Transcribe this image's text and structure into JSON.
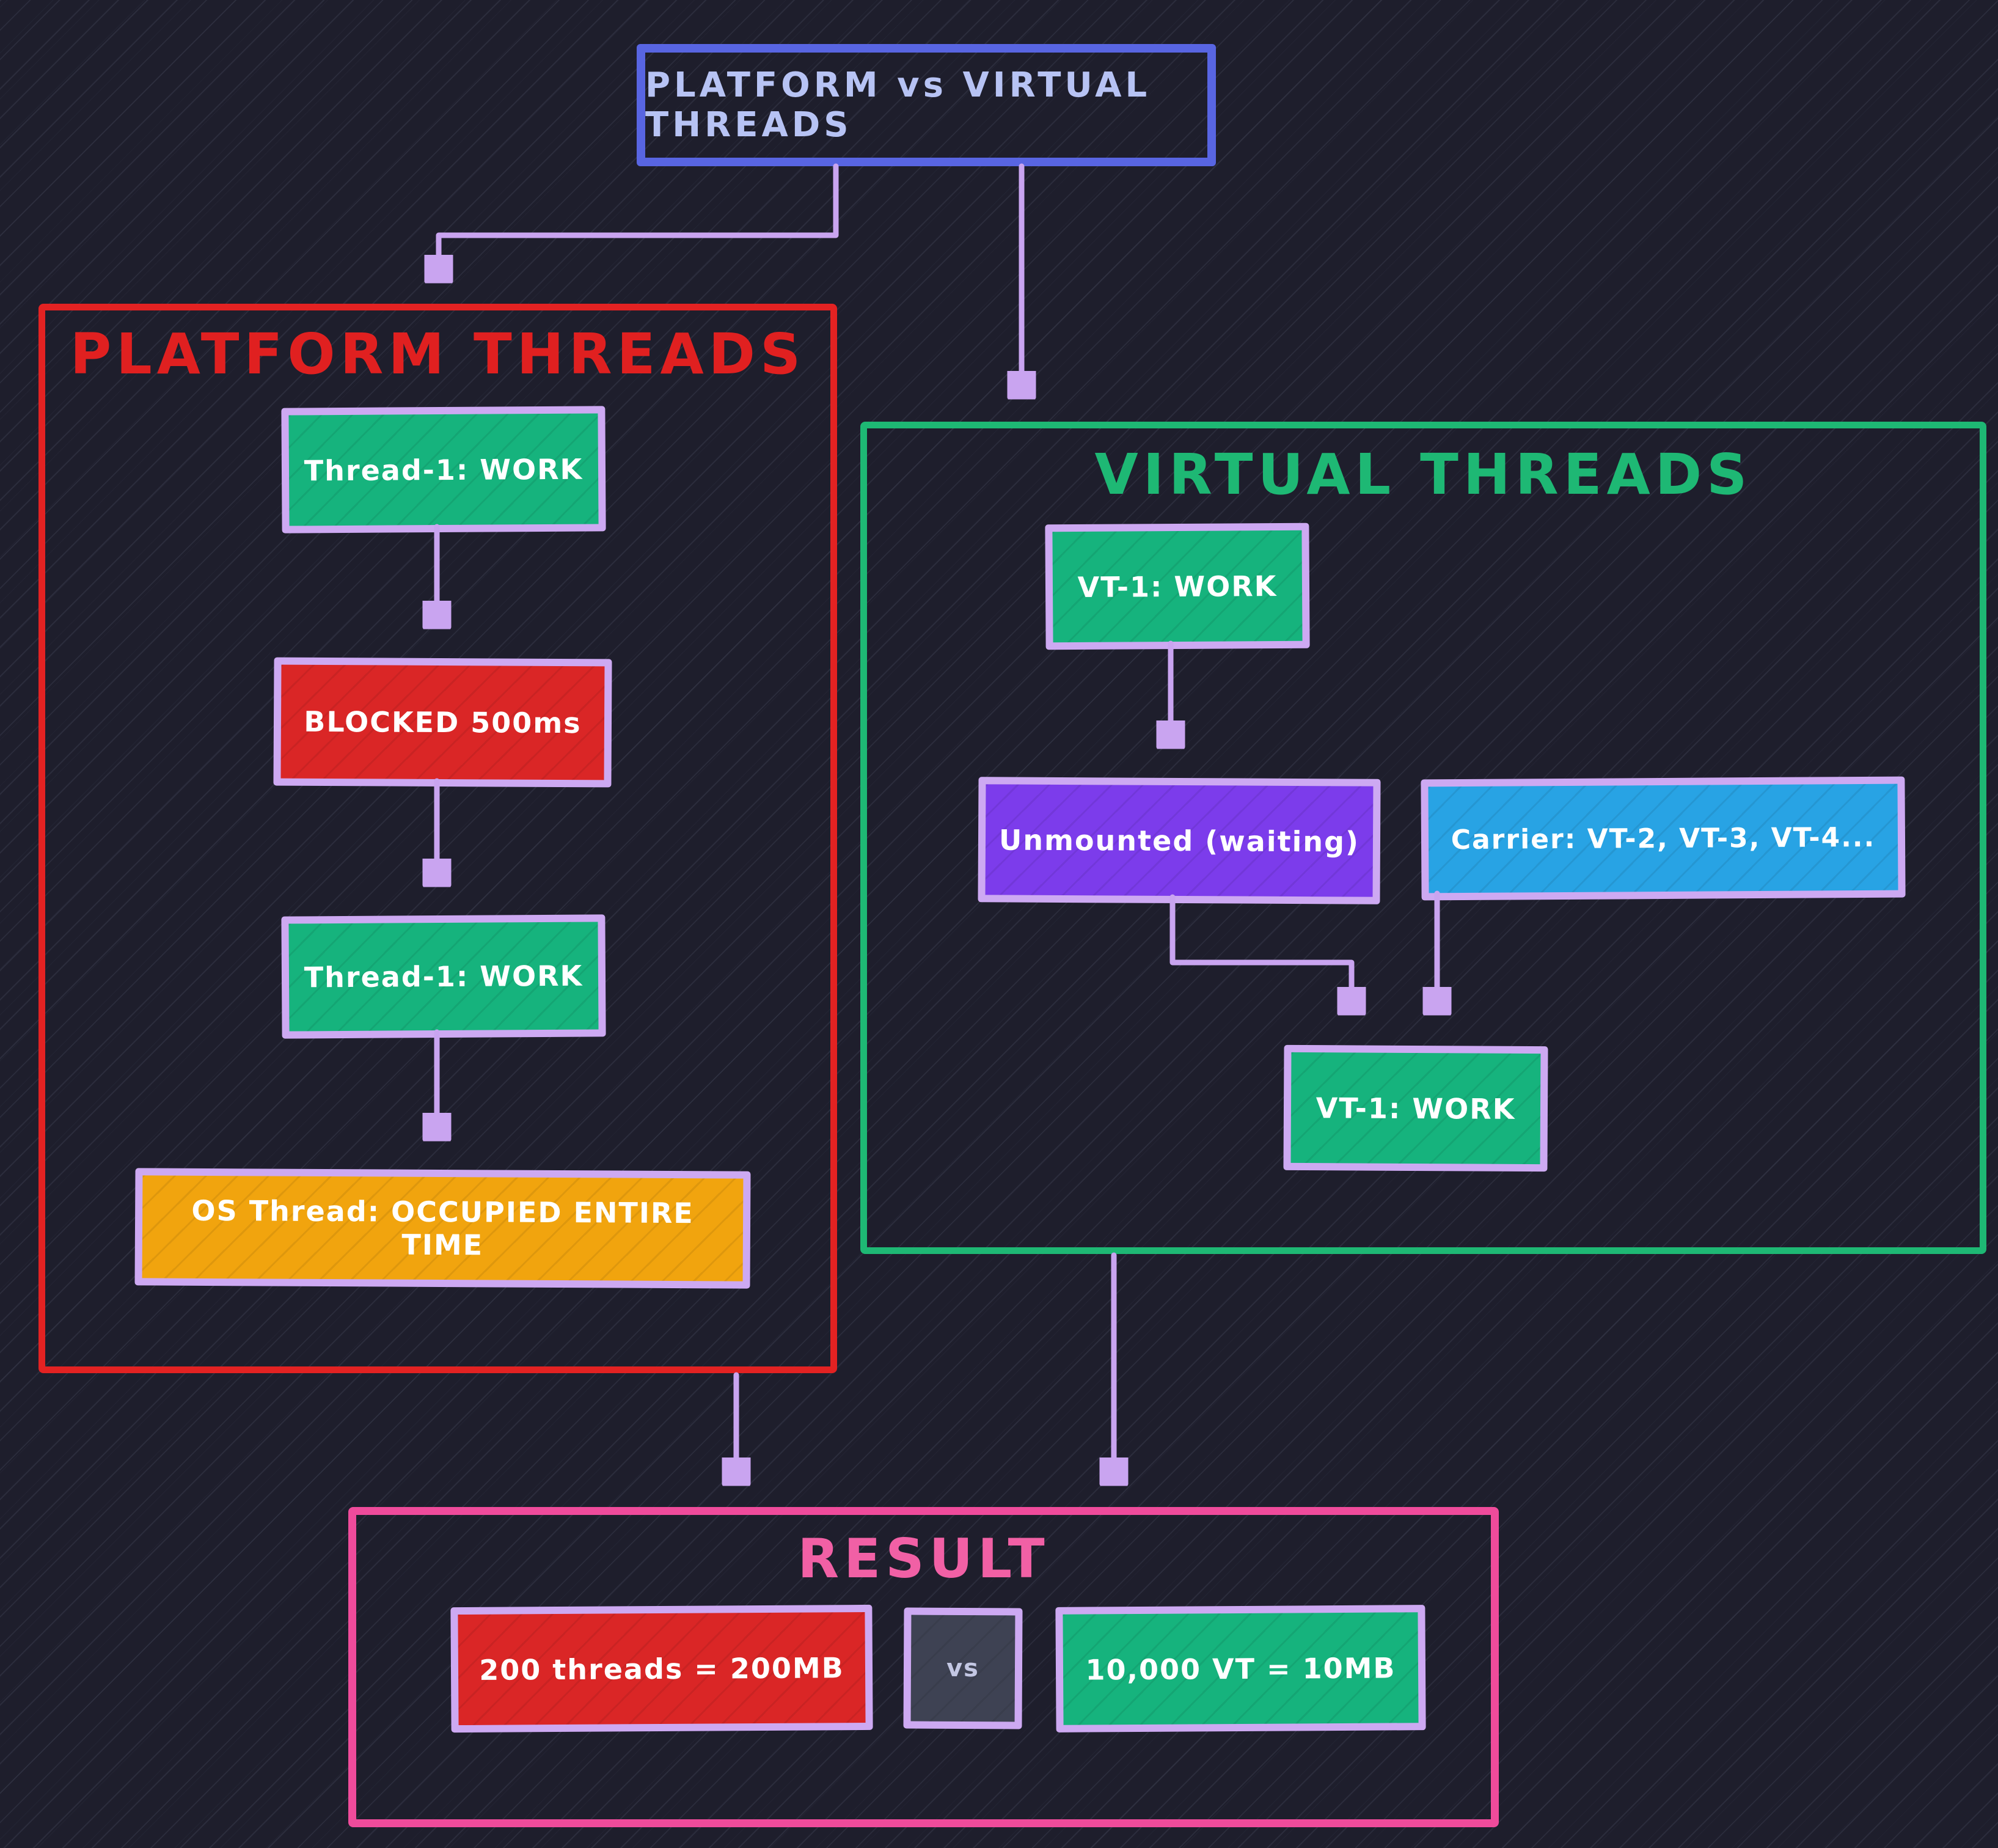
{
  "diagram": {
    "title": {
      "label": "PLATFORM vs VIRTUAL THREADS"
    },
    "platform": {
      "heading": "PLATFORM THREADS",
      "nodes": [
        {
          "label": "Thread-1: WORK"
        },
        {
          "label": "BLOCKED 500ms"
        },
        {
          "label": "Thread-1: WORK"
        },
        {
          "label": "OS Thread: OCCUPIED ENTIRE TIME"
        }
      ]
    },
    "virtual": {
      "heading": "VIRTUAL THREADS",
      "nodes": [
        {
          "label": "VT-1: WORK"
        },
        {
          "label": "Unmounted (waiting)"
        },
        {
          "label": "Carrier: VT-2, VT-3, VT-4..."
        },
        {
          "label": "VT-1: WORK"
        }
      ]
    },
    "result": {
      "heading": "RESULT",
      "items": [
        {
          "label": "200 threads = 200MB"
        },
        {
          "label": "vs"
        },
        {
          "label": "10,000 VT = 10MB"
        }
      ]
    },
    "colors": {
      "background": "#1e1e2c",
      "title_border": "#5865e2",
      "title_text": "#b7c3f4",
      "platform_accent": "#e32222",
      "virtual_accent": "#1eb874",
      "result_accent": "#ef4b9b",
      "node_border": "#cda9f2",
      "arrow": "#c9a4f0",
      "green_node": "#16b37d",
      "red_node": "#da2626",
      "orange_node": "#f1a40e",
      "purple_node": "#7c3ceb",
      "blue_node": "#28a3e4",
      "vs_node": "#3e4253"
    }
  }
}
